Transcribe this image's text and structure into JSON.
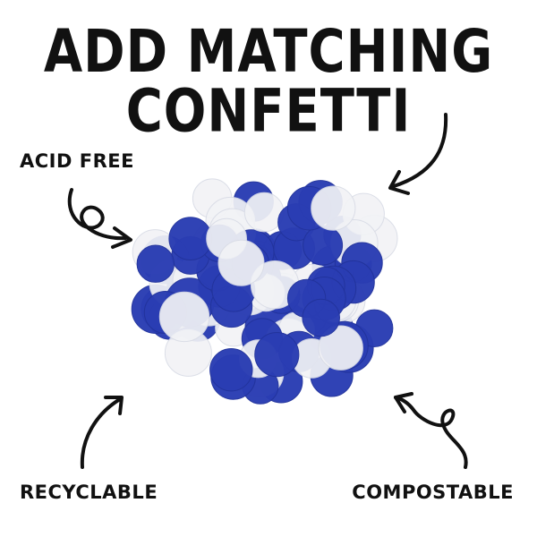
{
  "headline": "ADD MATCHING CONFETTI",
  "features": {
    "acid_free": "ACID FREE",
    "recyclable": "RECYCLABLE",
    "compostable": "COMPOSTABLE"
  },
  "colors": {
    "blue": "#2a3db3",
    "white": "#f2f3f6",
    "ink": "#111111"
  },
  "icons": [
    "curly-arrow-icon",
    "curved-arrow-icon",
    "squiggle-arrow-icon"
  ]
}
